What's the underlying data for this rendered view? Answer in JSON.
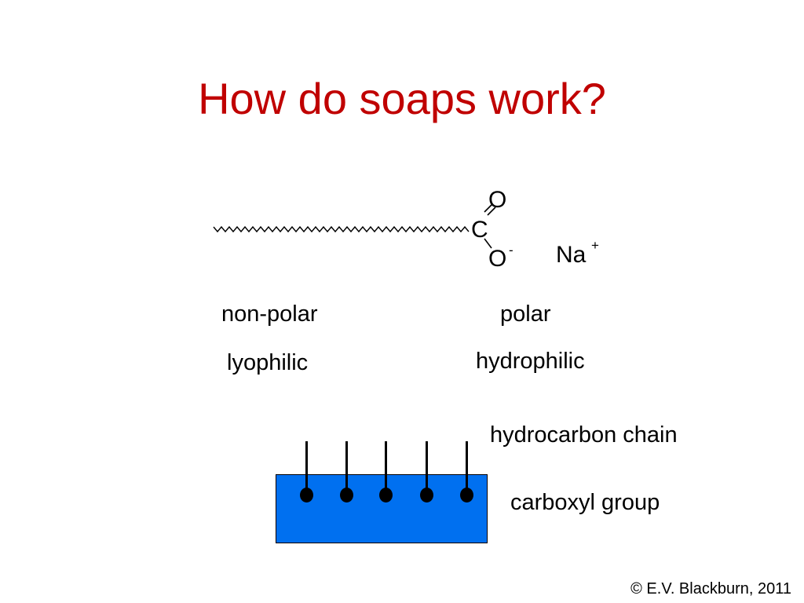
{
  "title": "How do soaps work?",
  "molecule": {
    "oxygen_double": "O",
    "carbon": "C",
    "oxygen_single": "O",
    "oxygen_charge": "-",
    "sodium": "Na",
    "sodium_charge": "+"
  },
  "labels": {
    "nonpolar": "non-polar",
    "lyophilic": "lyophilic",
    "polar": "polar",
    "hydrophilic": "hydrophilic",
    "hydrocarbon_chain": "hydrocarbon chain",
    "carboxyl_group": "carboxyl group"
  },
  "colors": {
    "title": "#c00000",
    "water": "#0070f0",
    "text": "#000000"
  },
  "footer": {
    "copyright": "© E.V. Blackburn, 2011"
  }
}
